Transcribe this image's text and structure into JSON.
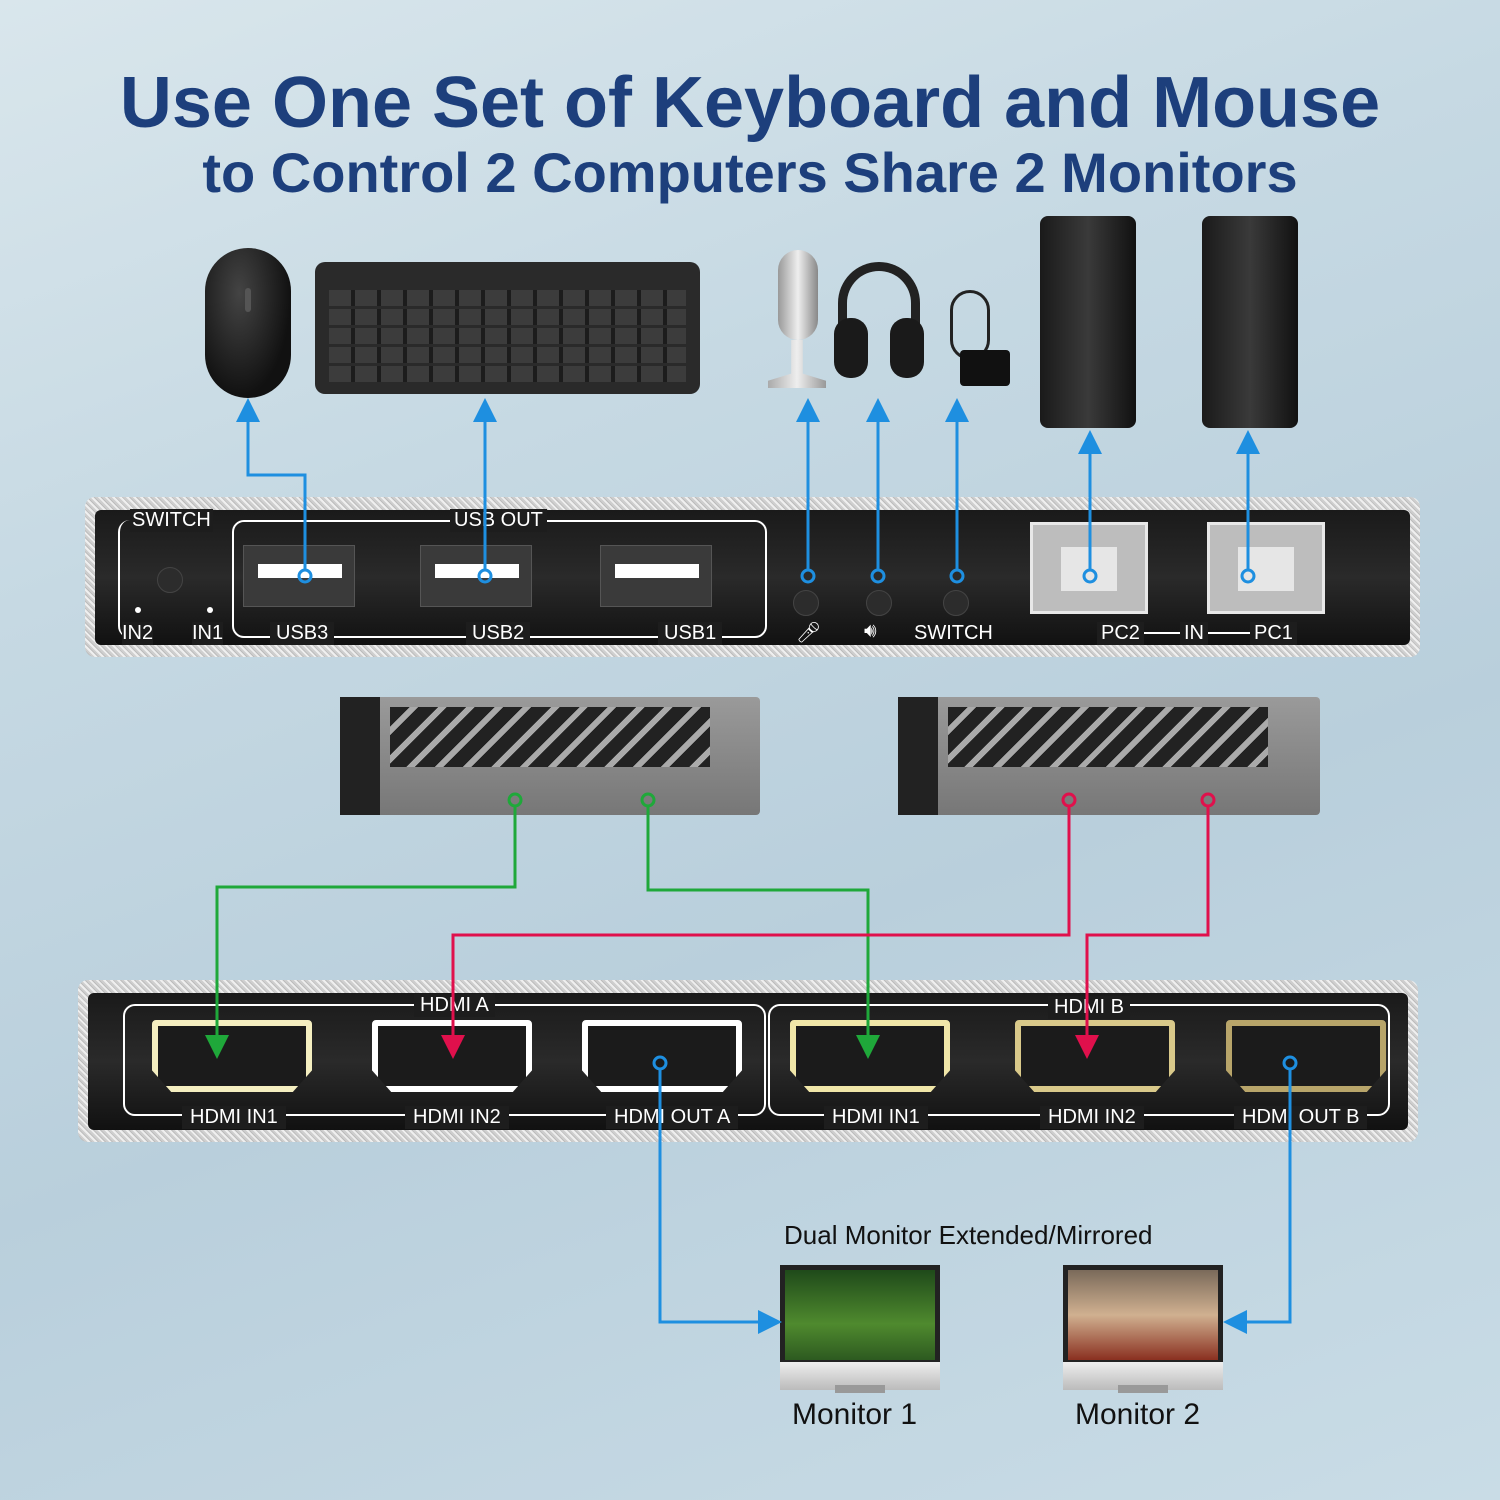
{
  "title": {
    "line1": "Use One Set of Keyboard and Mouse",
    "line2": "to Control 2 Computers Share 2 Monitors"
  },
  "devices": [
    "mouse-icon",
    "keyboard-icon",
    "microphone-icon",
    "headphones-icon",
    "footswitch-icon",
    "pc-tower-icon",
    "pc-tower-icon"
  ],
  "top_panel": {
    "switch": "SWITCH",
    "usb_out": "USB OUT",
    "in2": "IN2",
    "in1": "IN1",
    "usb3": "USB3",
    "usb2": "USB2",
    "usb1": "USB1",
    "switch_port": "SWITCH",
    "pc2": "PC2",
    "in": "IN",
    "pc1": "PC1"
  },
  "bottom_panel": {
    "hdmi_a": "HDMI A",
    "hdmi_b": "HDMI B",
    "ports": [
      "HDMI IN1",
      "HDMI IN2",
      "HDMI OUT A",
      "HDMI IN1",
      "HDMI IN2",
      "HDMI OUT B"
    ]
  },
  "monitors": {
    "caption": "Dual Monitor Extended/Mirrored",
    "m1": "Monitor 1",
    "m2": "Monitor 2"
  },
  "colors": {
    "usb_line": "#1e8fe0",
    "pc1_line": "#1fa83a",
    "pc2_line": "#e0104c",
    "title": "#1d3f7c"
  }
}
